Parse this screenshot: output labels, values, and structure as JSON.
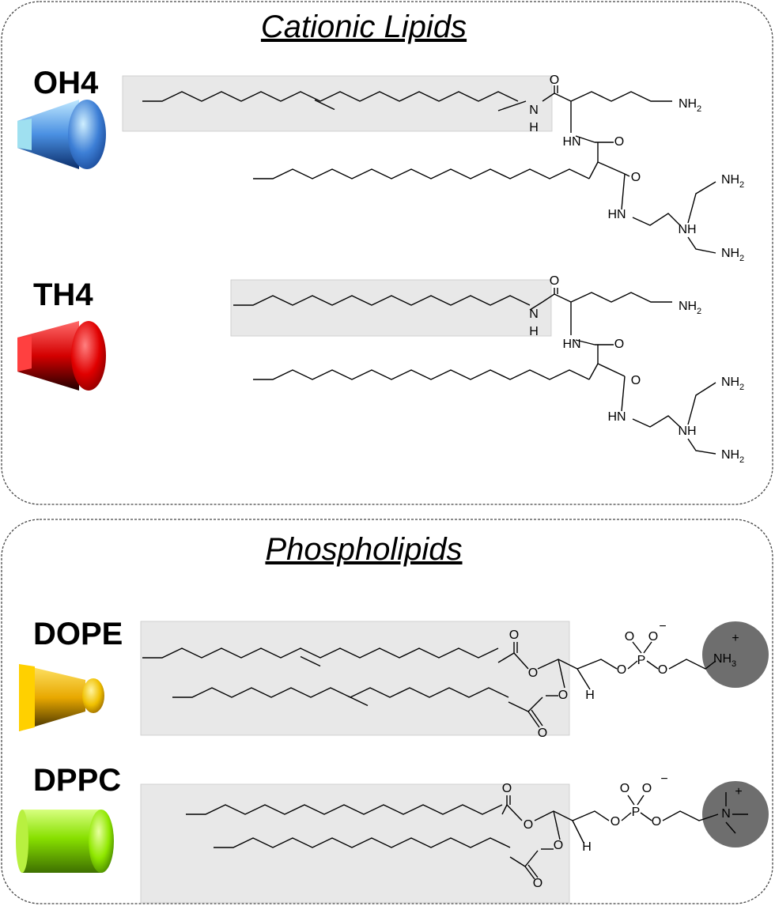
{
  "sections": [
    {
      "title": "Cationic Lipids"
    },
    {
      "title": "Phospholipids"
    }
  ],
  "lipids": [
    {
      "name": "OH4",
      "shape_color": "#4a90e2",
      "shape_icon": "truncated-cone-icon"
    },
    {
      "name": "TH4",
      "shape_color": "#e01010",
      "shape_icon": "truncated-cone-icon"
    },
    {
      "name": "DOPE",
      "shape_color": "#f0b800",
      "shape_icon": "truncated-cone-icon"
    },
    {
      "name": "DPPC",
      "shape_color": "#88e000",
      "shape_icon": "cylinder-icon"
    }
  ],
  "atoms": {
    "O": "O",
    "N": "N",
    "H": "H",
    "P": "P",
    "HN": "HN",
    "NH": "NH",
    "NH2": "NH",
    "NH2_sub": "2",
    "NH3": "NH",
    "NH3_sub": "3",
    "minus": "−",
    "plus": "+"
  }
}
